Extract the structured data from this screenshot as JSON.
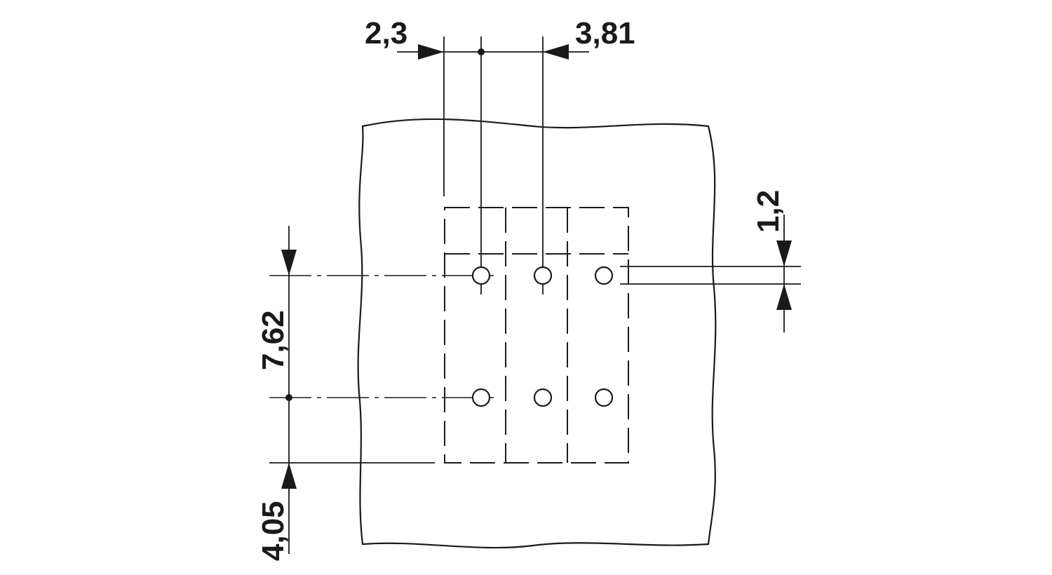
{
  "diagram": {
    "dimensions": {
      "pin_offset": "2,3",
      "pitch": "3,81",
      "hole_diameter": "1,2",
      "row_spacing": "7,62",
      "edge_offset": "4,05"
    },
    "holes": {
      "rows": 2,
      "columns": 3
    },
    "colors": {
      "line": "#1a1a1a",
      "background": "#ffffff"
    }
  }
}
